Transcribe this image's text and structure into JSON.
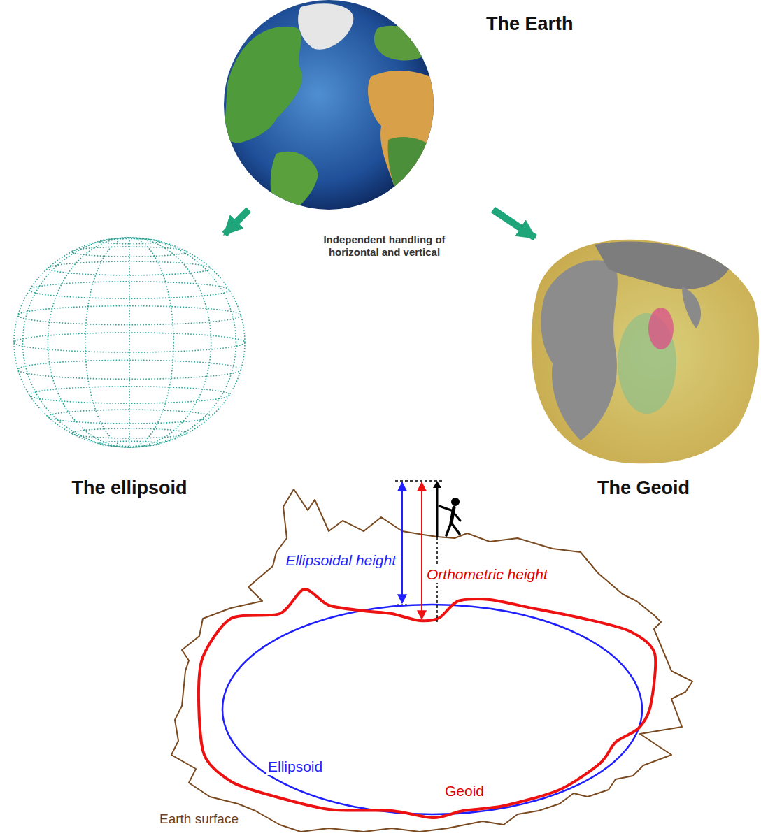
{
  "diagram": {
    "nodes": [
      {
        "text": [
          "The Earth"
        ]
      },
      {
        "text": [
          "The ellipsoid"
        ]
      },
      {
        "text": [
          "The Geoid"
        ]
      }
    ],
    "edges": [
      {
        "from": 0,
        "to": 1,
        "arrow": "to"
      },
      {
        "from": 0,
        "to": 2,
        "arrow": "to"
      }
    ],
    "labels": [
      "Independent handling of horizontal and vertical",
      "Ellipsoidal height",
      "Orthometric height",
      "Ellipsoid",
      "Geoid",
      "Earth surface"
    ]
  }
}
